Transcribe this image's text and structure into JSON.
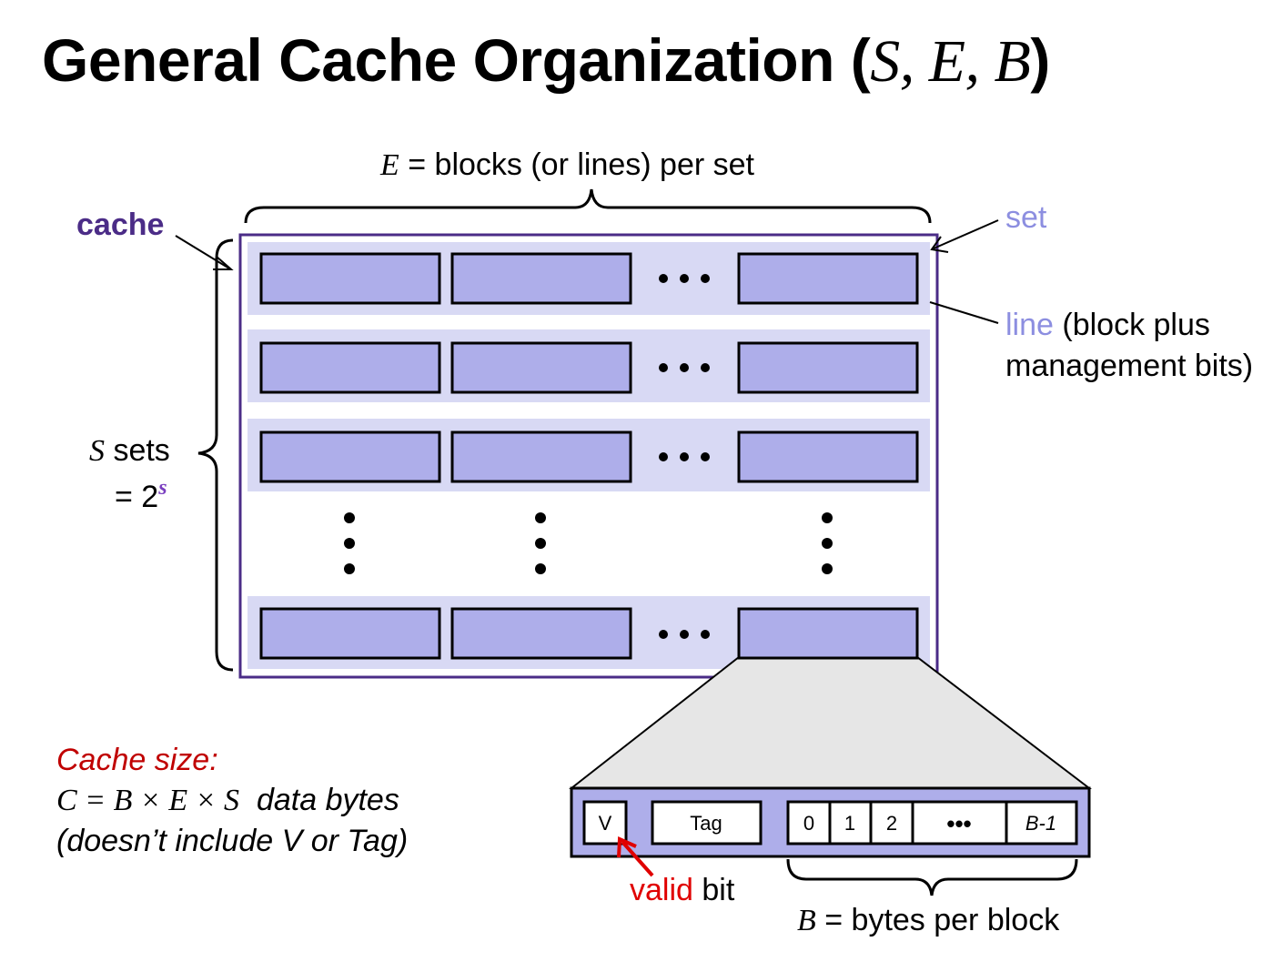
{
  "title": {
    "text": "General Cache Organization (",
    "vars": "S, E, B",
    "close": ")"
  },
  "e_label": {
    "var": "E",
    "text": " = blocks (or lines) per set"
  },
  "cache_label": "cache",
  "set_label": "set",
  "line_label": {
    "word": "line",
    "rest1": " (block plus",
    "rest2": "management bits)"
  },
  "s_label": {
    "var": "S",
    "text": " sets",
    "eq": "= 2",
    "sup": "s"
  },
  "cache_size": {
    "heading": "Cache size:",
    "formula": "C = B × E × S",
    "formula_tail": "data bytes",
    "note": "(doesn’t include V or Tag)"
  },
  "line_detail": {
    "valid": "V",
    "tag": "Tag",
    "bytes": [
      "0",
      "1",
      "2",
      "•••",
      "B-1"
    ]
  },
  "valid_label": {
    "word": "valid",
    "rest": " bit"
  },
  "b_label": {
    "var": "B",
    "text": " = bytes per block"
  },
  "colors": {
    "set_bg": "#d8d9f4",
    "block_fill": "#aeaeea",
    "cache_border": "#4b2c87",
    "zoom_fill": "#e6e6e6",
    "line_bg": "#aeaeea"
  }
}
